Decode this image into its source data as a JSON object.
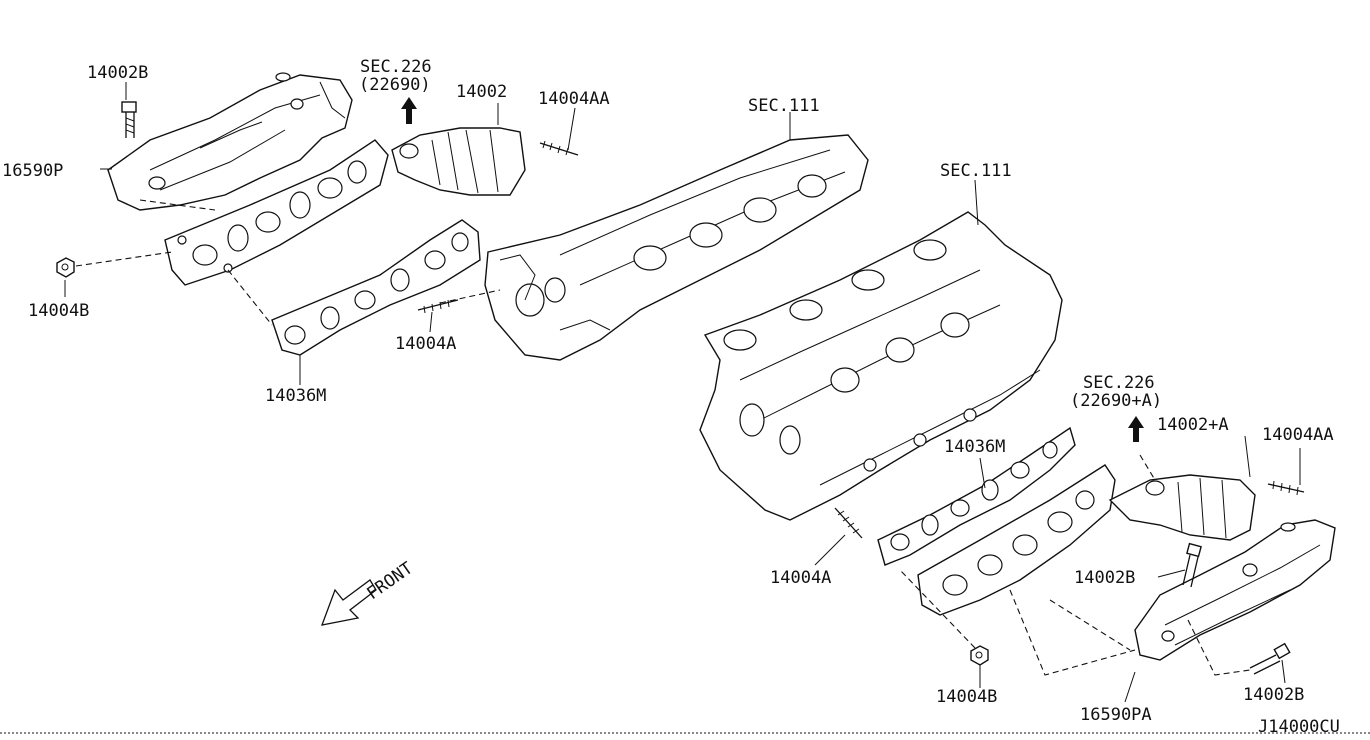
{
  "diagram": {
    "code": "J14000CU",
    "front_label": "FRONT",
    "labels": {
      "l_14002B_top": "14002B",
      "l_sec226_left": "SEC.226",
      "l_22690_left": "(22690)",
      "l_14002_left": "14002",
      "l_14004AA_left": "14004AA",
      "l_sec111_a": "SEC.111",
      "l_16590P": "16590P",
      "l_sec111_b": "SEC.111",
      "l_14004B_left": "14004B",
      "l_14004A_left": "14004A",
      "l_14036M_left": "14036M",
      "l_sec226_right": "SEC.226",
      "l_22690A_right": "(22690+A)",
      "l_14002A_right": "14002+A",
      "l_14004AA_right": "14004AA",
      "l_14036M_right": "14036M",
      "l_14004A_right": "14004A",
      "l_14002B_mid": "14002B",
      "l_14004B_right": "14004B",
      "l_14002B_right": "14002B",
      "l_16590PA": "16590PA"
    }
  }
}
